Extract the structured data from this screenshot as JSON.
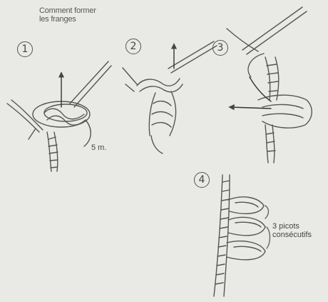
{
  "title_lines": [
    "Comment former",
    "les franges"
  ],
  "steps": [
    {
      "number": "1"
    },
    {
      "number": "2"
    },
    {
      "number": "3"
    },
    {
      "number": "4"
    }
  ],
  "notes": {
    "stitches": "5 m.",
    "picots": [
      "3 picots",
      "consécutifs"
    ]
  }
}
